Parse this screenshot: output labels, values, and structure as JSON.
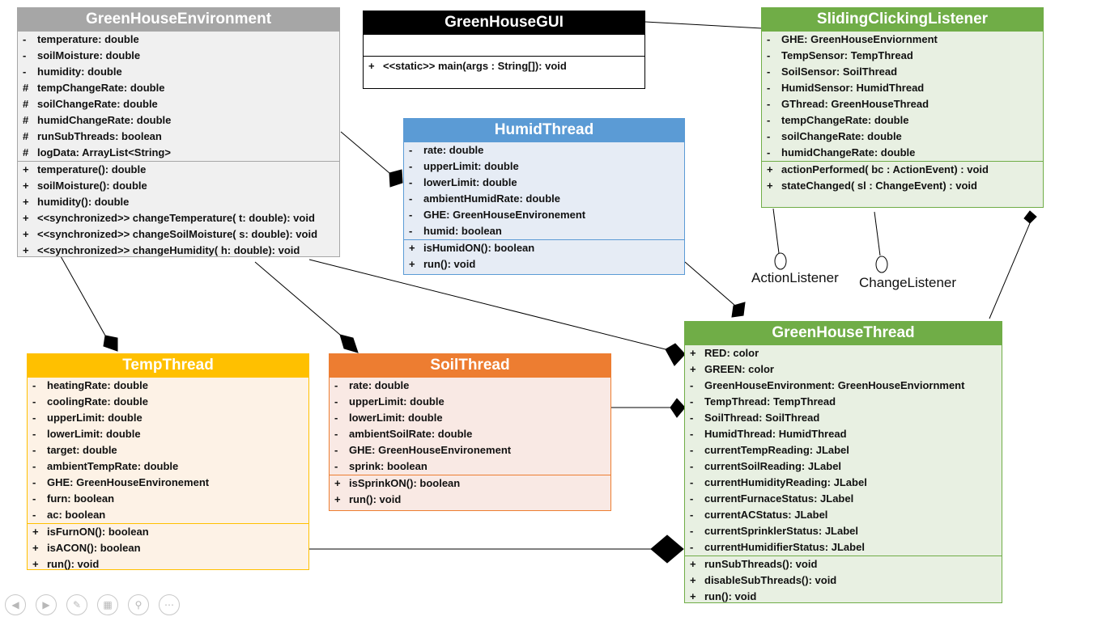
{
  "classes": {
    "env": {
      "name": "GreenHouseEnvironment",
      "color": "#a6a6a6",
      "bg": "#f0f0f0",
      "border": "#a6a6a6",
      "attributes": [
        {
          "vis": "-",
          "text": "temperature: double"
        },
        {
          "vis": "-",
          "text": "soilMoisture: double"
        },
        {
          "vis": "-",
          "text": "humidity: double"
        },
        {
          "vis": "#",
          "text": "tempChangeRate: double"
        },
        {
          "vis": "#",
          "text": "soilChangeRate: double"
        },
        {
          "vis": "#",
          "text": "humidChangeRate: double"
        },
        {
          "vis": "#",
          "text": "runSubThreads: boolean"
        },
        {
          "vis": "#",
          "text": "logData: ArrayList<String>"
        }
      ],
      "methods": [
        {
          "vis": "+",
          "text": "temperature(): double"
        },
        {
          "vis": "+",
          "text": "soilMoisture(): double"
        },
        {
          "vis": "+",
          "text": "humidity(): double"
        },
        {
          "vis": "+",
          "text": "<<synchronized>> changeTemperature( t: double): void"
        },
        {
          "vis": "+",
          "text": "<<synchronized>> changeSoilMoisture( s: double): void"
        },
        {
          "vis": "+",
          "text": "<<synchronized>> changeHumidity( h: double): void"
        }
      ]
    },
    "gui": {
      "name": "GreenHouseGUI",
      "color": "#000000",
      "bg": "#ffffff",
      "border": "#000000",
      "attributes": [],
      "methods": [
        {
          "vis": "+",
          "text": "<<static>> main(args : String[]): void"
        }
      ]
    },
    "listener": {
      "name": "SlidingClickingListener",
      "color": "#70ad47",
      "bg": "#e8f0e2",
      "border": "#70ad47",
      "attributes": [
        {
          "vis": "-",
          "text": "GHE: GreenHouseEnviornment"
        },
        {
          "vis": "-",
          "text": "TempSensor: TempThread"
        },
        {
          "vis": "-",
          "text": "SoilSensor: SoilThread"
        },
        {
          "vis": "-",
          "text": "HumidSensor: HumidThread"
        },
        {
          "vis": "-",
          "text": "GThread: GreenHouseThread"
        },
        {
          "vis": "-",
          "text": "tempChangeRate: double"
        },
        {
          "vis": "-",
          "text": "soilChangeRate: double"
        },
        {
          "vis": "-",
          "text": "humidChangeRate: double"
        }
      ],
      "methods": [
        {
          "vis": "+",
          "text": "actionPerformed( bc : ActionEvent) : void"
        },
        {
          "vis": "+",
          "text": "stateChanged( sl : ChangeEvent) : void"
        }
      ]
    },
    "humid": {
      "name": "HumidThread",
      "color": "#5b9bd5",
      "bg": "#e6ecf5",
      "border": "#5b9bd5",
      "attributes": [
        {
          "vis": "-",
          "text": "rate: double"
        },
        {
          "vis": "-",
          "text": "upperLimit: double"
        },
        {
          "vis": "-",
          "text": "lowerLimit: double"
        },
        {
          "vis": "-",
          "text": "ambientHumidRate: double"
        },
        {
          "vis": "-",
          "text": "GHE: GreenHouseEnvironement"
        },
        {
          "vis": "-",
          "text": "humid: boolean"
        }
      ],
      "methods": [
        {
          "vis": "+",
          "text": "isHumidON(): boolean"
        },
        {
          "vis": "+",
          "text": "run(): void"
        }
      ]
    },
    "temp": {
      "name": "TempThread",
      "color": "#ffc000",
      "bg": "#fdf2e6",
      "border": "#ffc000",
      "attributes": [
        {
          "vis": "-",
          "text": "heatingRate: double"
        },
        {
          "vis": "-",
          "text": "coolingRate: double"
        },
        {
          "vis": "-",
          "text": "upperLimit: double"
        },
        {
          "vis": "-",
          "text": "lowerLimit: double"
        },
        {
          "vis": "-",
          "text": "target: double"
        },
        {
          "vis": "-",
          "text": "ambientTempRate: double"
        },
        {
          "vis": "-",
          "text": "GHE: GreenHouseEnvironement"
        },
        {
          "vis": "-",
          "text": "furn: boolean"
        },
        {
          "vis": "-",
          "text": "ac: boolean"
        }
      ],
      "methods": [
        {
          "vis": "+",
          "text": "isFurnON(): boolean"
        },
        {
          "vis": "+",
          "text": "isACON(): boolean"
        },
        {
          "vis": "+",
          "text": "run(): void"
        }
      ]
    },
    "soil": {
      "name": "SoilThread",
      "color": "#ed7d31",
      "bg": "#f9e9e4",
      "border": "#ed7d31",
      "attributes": [
        {
          "vis": "-",
          "text": "rate: double"
        },
        {
          "vis": "-",
          "text": "upperLimit: double"
        },
        {
          "vis": "-",
          "text": "lowerLimit: double"
        },
        {
          "vis": "-",
          "text": "ambientSoilRate: double"
        },
        {
          "vis": "-",
          "text": "GHE: GreenHouseEnvironement"
        },
        {
          "vis": "-",
          "text": "sprink: boolean"
        }
      ],
      "methods": [
        {
          "vis": "+",
          "text": "isSprinkON(): boolean"
        },
        {
          "vis": "+",
          "text": "run(): void"
        }
      ]
    },
    "ghthread": {
      "name": "GreenHouseThread",
      "color": "#70ad47",
      "bg": "#e8f0e2",
      "border": "#70ad47",
      "attributes": [
        {
          "vis": "+",
          "text": "RED: color"
        },
        {
          "vis": "+",
          "text": "GREEN: color"
        },
        {
          "vis": "-",
          "text": "GreenHouseEnvironment: GreenHouseEnviornment"
        },
        {
          "vis": "-",
          "text": "TempThread: TempThread"
        },
        {
          "vis": "-",
          "text": "SoilThread: SoilThread"
        },
        {
          "vis": "-",
          "text": "HumidThread: HumidThread"
        },
        {
          "vis": "-",
          "text": "currentTempReading: JLabel"
        },
        {
          "vis": "-",
          "text": "currentSoilReading: JLabel"
        },
        {
          "vis": "-",
          "text": "currentHumidityReading: JLabel"
        },
        {
          "vis": "-",
          "text": "currentFurnaceStatus: JLabel"
        },
        {
          "vis": "-",
          "text": "currentACStatus: JLabel"
        },
        {
          "vis": "-",
          "text": "currentSprinklerStatus: JLabel"
        },
        {
          "vis": "-",
          "text": "currentHumidifierStatus: JLabel"
        }
      ],
      "methods": [
        {
          "vis": "+",
          "text": "runSubThreads(): void"
        },
        {
          "vis": "+",
          "text": "disableSubThreads(): void"
        },
        {
          "vis": "+",
          "text": "run(): void"
        }
      ]
    }
  },
  "interfaces": {
    "action": "ActionListener",
    "change": "ChangeListener"
  },
  "controls": [
    {
      "name": "previous-slide-button",
      "icon": "◀"
    },
    {
      "name": "next-slide-button",
      "icon": "▶"
    },
    {
      "name": "pen-tool-button",
      "icon": "✎"
    },
    {
      "name": "see-all-slides-button",
      "icon": "▦"
    },
    {
      "name": "zoom-button",
      "icon": "⚲"
    },
    {
      "name": "more-options-button",
      "icon": "⋯"
    }
  ]
}
